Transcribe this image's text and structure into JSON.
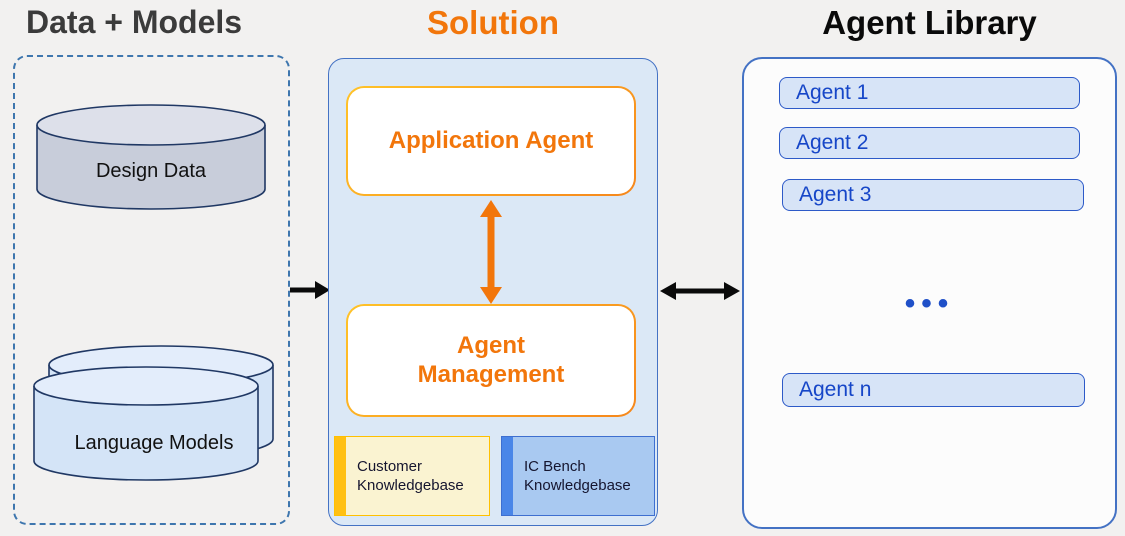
{
  "titles": {
    "data_models": "Data + Models",
    "solution": "Solution",
    "agent_library": "Agent Library"
  },
  "data_models": {
    "design_data": "Design Data",
    "language_models": "Language Models"
  },
  "solution": {
    "application_agent": "Application Agent",
    "agent_management": "Agent Management",
    "customer_kb": "Customer Knowledgebase",
    "ic_bench_kb": "IC Bench Knowledgebase"
  },
  "agent_library": {
    "agents": [
      {
        "label": "Agent 1"
      },
      {
        "label": "Agent 2"
      },
      {
        "label": "Agent 3"
      }
    ],
    "ellipsis": "•••",
    "agent_n": "Agent n"
  },
  "colors": {
    "accent_orange": "#F2760B",
    "gold_border": "#FFC000",
    "title_gray": "#3B3B3B",
    "title_black": "#0A0A0A",
    "blue_border": "#4472C4",
    "dashed_blue": "#3E76AE",
    "solution_fill": "#DBE8F6",
    "agent_pill_fill": "#D7E4F7",
    "agent_text_blue": "#1646C8",
    "customer_kb_fill": "#FAF3D1",
    "customer_kb_stripe": "#FFC013",
    "ic_bench_fill": "#A9C9F1",
    "ic_bench_stripe": "#4A86E8",
    "design_cylinder_fill": "#C8CDDA",
    "language_cylinder_fill": "#D4E4F7",
    "arrow_black": "#0A0A0A",
    "background": "#F2F1F0"
  }
}
